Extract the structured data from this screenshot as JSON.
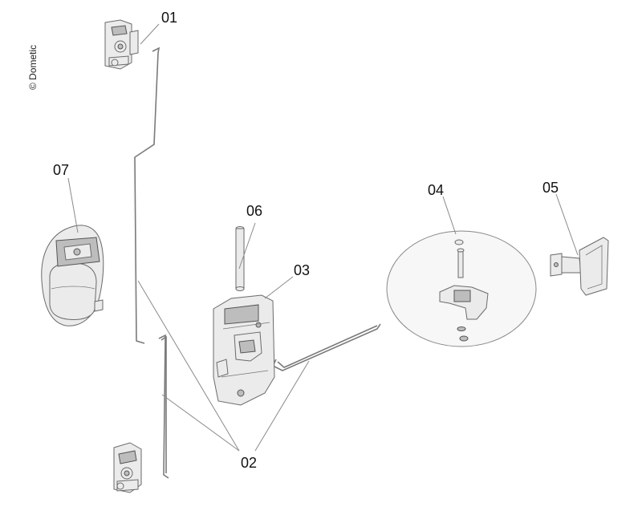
{
  "copyright": "© Dometic",
  "callouts": {
    "c01": "01",
    "c02": "02",
    "c03": "03",
    "c04": "04",
    "c05": "05",
    "c06": "06",
    "c07": "07"
  }
}
